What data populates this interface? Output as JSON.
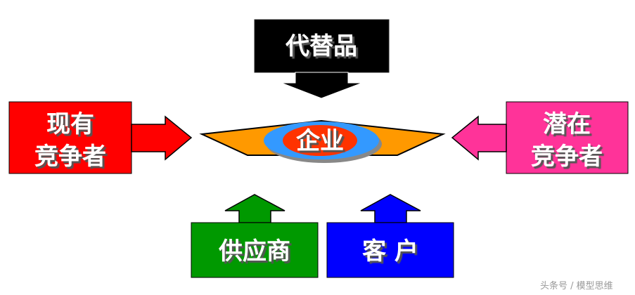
{
  "nodes": {
    "substitutes": {
      "label": "代替品",
      "color": "#000000"
    },
    "existing_competitors": {
      "line1": "现有",
      "line2": "竞争者",
      "color": "#ff0000"
    },
    "potential_competitors": {
      "line1": "潜在",
      "line2": "竞争者",
      "color": "#ff3399"
    },
    "suppliers": {
      "label": "供应商",
      "color": "#009900"
    },
    "customers": {
      "label": "客 户",
      "color": "#0000ff"
    },
    "enterprise": {
      "label": "企业",
      "hex_color": "#ff9900",
      "ring_color": "#3399ff",
      "core_color": "#ff3300"
    }
  },
  "watermark": "头条号 / 模型思维"
}
